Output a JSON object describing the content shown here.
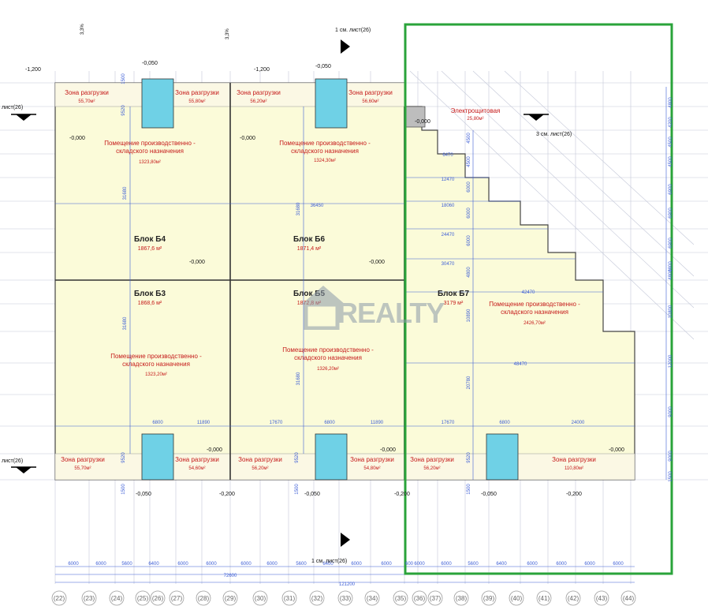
{
  "blocks": [
    {
      "id": "b4",
      "name": "Блок Б4",
      "area": "1867,6 м²"
    },
    {
      "id": "b6",
      "name": "Блок Б6",
      "area": "1871,4 м²"
    },
    {
      "id": "b3",
      "name": "Блок Б3",
      "area": "1868,6 м²"
    },
    {
      "id": "b5",
      "name": "Блок Б5",
      "area": "1872,8 м²"
    },
    {
      "id": "b7",
      "name": "Блок Б7",
      "area": "3179 м²"
    }
  ],
  "rooms": {
    "prod_line1": "Помещение производственно -",
    "prod_line2": "складского назначения",
    "prod_b4_area": "1323,80м²",
    "prod_b6_area": "1324,30м²",
    "prod_b3_area": "1323,20м²",
    "prod_b5_area": "1326,20м²",
    "prod_b7_area": "2426,70м²",
    "loading": "Зона разгрузки",
    "loading_areas_top": [
      "55,70м²",
      "55,80м²",
      "56,20м²",
      "56,60м²"
    ],
    "loading_areas_bottom": [
      "55,70м²",
      "54,60м²",
      "56,20м²",
      "54,80м²",
      "56,20м²",
      "110,80м²"
    ],
    "electrical": "Электрощитовая",
    "electrical_area": "25,80м²"
  },
  "levels": {
    "zero": "-0,000",
    "neg050": "-0,050",
    "neg200": "-0,200",
    "neg1200": "-1,200"
  },
  "section_refs": {
    "top": "1 см. лист(26)",
    "bottom": "1 см. лист(26)",
    "right": "3 см. лист(26)",
    "left_top": "лист(26)",
    "left_bottom": "лист(26)"
  },
  "slopes": {
    "left": "3,3%",
    "right": "3,3%"
  },
  "inner_dims": {
    "b4_height_top": "31680",
    "b6_height_top": "31680",
    "b3_height": "31680",
    "b5_height": "31680",
    "b7_height": "20780",
    "b7_h2": "10890",
    "w36450": "36450",
    "steps": [
      "6470",
      "12470",
      "18060",
      "24470",
      "30470",
      "42470",
      "48470"
    ],
    "bottom_row": [
      "6800",
      "11890",
      "17670",
      "6800",
      "11890",
      "17670",
      "6800",
      "24000"
    ],
    "side_top": [
      "1500",
      "9520",
      "4500",
      "4500",
      "6000",
      "6000",
      "6000",
      "4800"
    ],
    "side_bottom": [
      "9520",
      "1500",
      "9520",
      "1500",
      "9520",
      "1500"
    ]
  },
  "right_dims": [
    "4800",
    "4200",
    "4500",
    "4500",
    "6900",
    "6900",
    "6900",
    "4800",
    "4800",
    "10800",
    "12000",
    "9000",
    "9000",
    "1500"
  ],
  "bottom_dims": {
    "row1": [
      "6000",
      "6000",
      "5600",
      "6400",
      "6000",
      "6000",
      "6000",
      "6000",
      "5600",
      "6400",
      "6000",
      "6000",
      "600",
      "6000",
      "6000",
      "5600",
      "6400",
      "6000",
      "6000",
      "6000",
      "6000"
    ],
    "total_left": "72600",
    "total_all": "121200"
  },
  "axes": [
    "22",
    "23",
    "24",
    "25",
    "26",
    "27",
    "28",
    "29",
    "30",
    "31",
    "32",
    "33",
    "34",
    "35",
    "36",
    "37",
    "38",
    "39",
    "40",
    "41",
    "42",
    "43",
    "44"
  ],
  "colors": {
    "floor": "#fbfbd9",
    "red": "#d4141b",
    "blue": "#3d5ed6",
    "selection": "#2aa33a",
    "wc": "#6fd1e6",
    "grid": "#a9b0c9"
  },
  "watermark": "REALTY"
}
